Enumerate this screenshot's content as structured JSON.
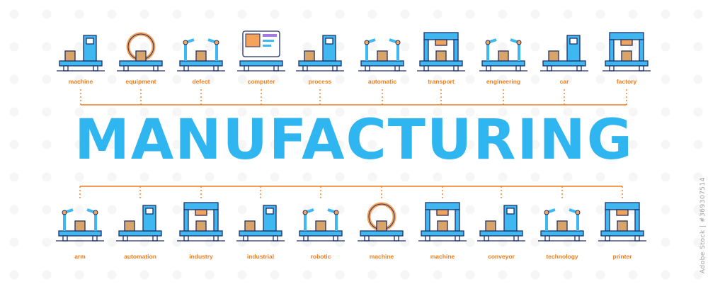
{
  "headline": "MANUFACTURING",
  "colors": {
    "headline": "#2fb6f0",
    "label": "#f07d1e",
    "connector": "#f07d1e",
    "icon_outline": "#20316b",
    "icon_blue": "#3fb8f1",
    "icon_orange": "#f5a25a",
    "icon_box": "#d9a46a",
    "icon_purple": "#a777e3"
  },
  "top_items": [
    {
      "label": "machine",
      "icon": "factory-worker-machine-icon"
    },
    {
      "label": "equipment",
      "icon": "gear-conveyor-icon"
    },
    {
      "label": "defect",
      "icon": "magnifier-inspection-icon"
    },
    {
      "label": "computer",
      "icon": "computer-monitor-icon"
    },
    {
      "label": "process",
      "icon": "production-line-icon"
    },
    {
      "label": "automatic",
      "icon": "robot-arms-conveyor-icon"
    },
    {
      "label": "transport",
      "icon": "overhead-transport-icon"
    },
    {
      "label": "engineering",
      "icon": "welding-robot-icon"
    },
    {
      "label": "car",
      "icon": "car-assembly-icon"
    },
    {
      "label": "factory",
      "icon": "press-machine-icon"
    }
  ],
  "bottom_items": [
    {
      "label": "arm",
      "icon": "robotic-arm-icon"
    },
    {
      "label": "automation",
      "icon": "automation-line-icon"
    },
    {
      "label": "industry",
      "icon": "industrial-press-icon"
    },
    {
      "label": "industrial",
      "icon": "industrial-machine-icon"
    },
    {
      "label": "robotic",
      "icon": "robotic-station-icon"
    },
    {
      "label": "machine",
      "icon": "claw-machine-icon"
    },
    {
      "label": "machine",
      "icon": "gantry-machine-icon"
    },
    {
      "label": "conveyor",
      "icon": "inclined-conveyor-icon"
    },
    {
      "label": "technology",
      "icon": "technology-arm-icon"
    },
    {
      "label": "printer",
      "icon": "3d-printer-icon"
    }
  ],
  "stock_id": "Adobe Stock | #369307514"
}
